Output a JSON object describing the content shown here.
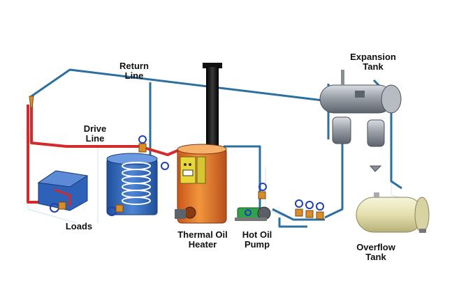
{
  "labels": {
    "return_line": [
      "Return",
      "Line"
    ],
    "drive_line": [
      "Drive",
      "Line"
    ],
    "loads": "Loads",
    "thermal_oil_heater": [
      "Thermal Oil",
      "Heater"
    ],
    "hot_oil_pump": [
      "Hot Oil",
      "Pump"
    ],
    "expansion_tank": [
      "Expansion",
      "Tank"
    ],
    "overflow_tank": [
      "Overflow",
      "Tank"
    ]
  },
  "colors": {
    "return_pipe": "#2a6f9e",
    "drive_pipe": "#d42a2a",
    "heater_body": "#e8782a",
    "chimney": "#1a1a1a",
    "expansion_tank": "#8a8f96",
    "overflow_tank": "#e8e4b8",
    "valve": "#1f3fb0",
    "load_tank": "#2d62b8",
    "pump": "#2fa24a"
  }
}
